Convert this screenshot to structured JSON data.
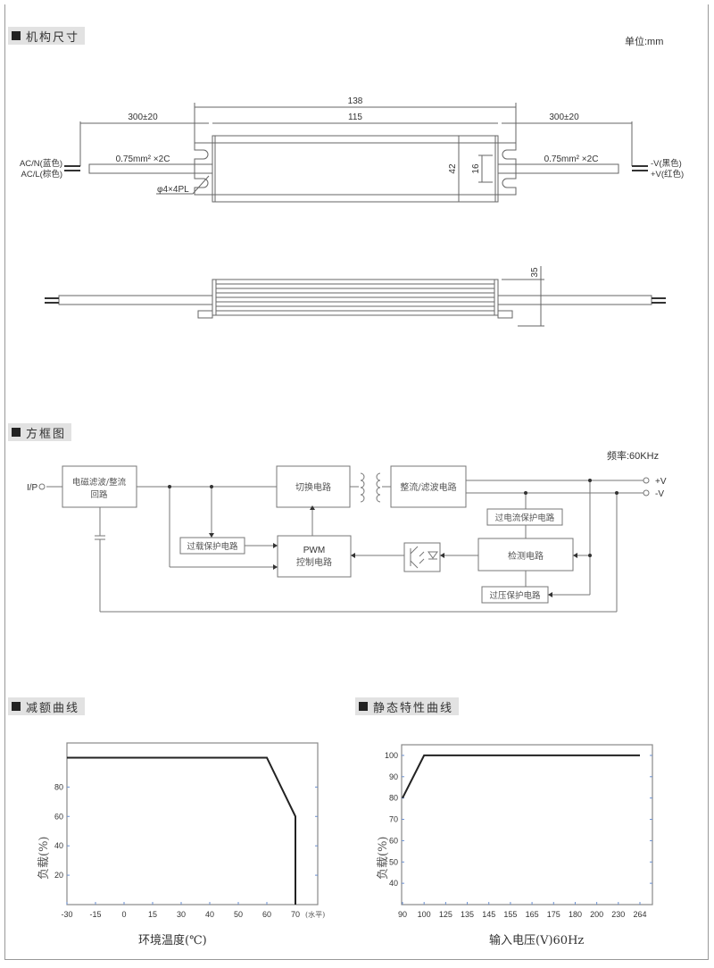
{
  "sections": {
    "mechanical": {
      "title": "机构尺寸",
      "unit_note": "单位:mm"
    },
    "block": {
      "title": "方框图",
      "freq_note": "频率:60KHz"
    },
    "derating": {
      "title": "减额曲线"
    },
    "static": {
      "title": "静态特性曲线"
    }
  },
  "mechanical": {
    "dim_total": "138",
    "dim_body": "115",
    "dim_lead_left": "300±20",
    "dim_lead_right": "300±20",
    "cable_left": "0.75mm² ×2C",
    "cable_right": "0.75mm² ×2C",
    "dim_height": "42",
    "dim_slot": "16",
    "hole_label": "φ4×4PL",
    "dim_depth": "35",
    "input_n": "AC/N(蓝色)",
    "input_l": "AC/L(棕色)",
    "output_neg": "-V(黑色)",
    "output_pos": "+V(红色)"
  },
  "block_diagram": {
    "input_label": "I/P",
    "emi_block": [
      "电磁滤波/整流",
      "回路"
    ],
    "switch_block": "切换电路",
    "rect_block": "整流/滤波电路",
    "overload_block": "过载保护电路",
    "pwm_block": [
      "PWM",
      "控制电路"
    ],
    "ocp_block": "过电流保护电路",
    "detect_block": "检测电路",
    "ovp_block": "过压保护电路",
    "out_pos": "+V",
    "out_neg": "-V"
  },
  "chart_data": [
    {
      "type": "line",
      "title": "减额曲线",
      "xlabel": "环境温度(℃)",
      "ylabel": "负载(%)",
      "x_unit_note": "(水平)",
      "x_ticks": [
        "-30",
        "-15",
        "0",
        "15",
        "30",
        "40",
        "50",
        "60",
        "70"
      ],
      "y_ticks": [
        "20",
        "40",
        "60",
        "80"
      ],
      "ylim": [
        0,
        110
      ],
      "series": [
        {
          "name": "derating",
          "x": [
            -30,
            60,
            70,
            70
          ],
          "y": [
            100,
            100,
            60,
            0
          ]
        }
      ]
    },
    {
      "type": "line",
      "title": "静态特性曲线",
      "xlabel": "输入电压(V)60Hz",
      "ylabel": "负载(%)",
      "x_ticks": [
        "90",
        "100",
        "125",
        "135",
        "145",
        "155",
        "165",
        "175",
        "180",
        "200",
        "230",
        "264"
      ],
      "y_ticks": [
        "40",
        "50",
        "60",
        "70",
        "80",
        "90",
        "100"
      ],
      "ylim": [
        30,
        105
      ],
      "series": [
        {
          "name": "static",
          "x": [
            90,
            100,
            264
          ],
          "y": [
            80,
            100,
            100
          ]
        }
      ]
    }
  ]
}
